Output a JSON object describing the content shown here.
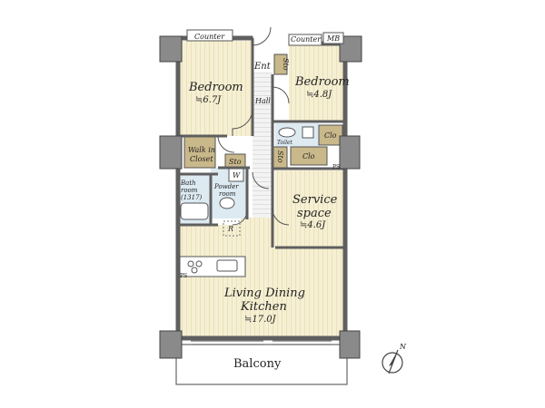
{
  "labels": {
    "counter_left": "Counter",
    "counter_right": "Counter",
    "mb": "MB",
    "entrance": "Ent",
    "storage_ent": "Sto",
    "hall": "Hall",
    "bedroom_left": "Bedroom",
    "bedroom_left_area": "≒6.7J",
    "bedroom_right": "Bedroom",
    "bedroom_right_area": "≒4.8J",
    "toilet": "Toilet",
    "closet_right": "Clo",
    "closet_lower": "Clo",
    "storage_hall": "Sto",
    "wic_line1": "Walk in",
    "wic_line2": "Closet",
    "storage_powder": "Sto",
    "washer": "W",
    "powder_line1": "Powder",
    "powder_line2": "room",
    "bath_line1": "Bath",
    "bath_line2": "room",
    "bath_line3": "(1317)",
    "refrigerator": "R",
    "service_line1": "Service",
    "service_line2": "space",
    "service_area": "≒4.6J",
    "ldk_line1": "Living Dining",
    "ldk_line2": "Kitchen",
    "ldk_area": "≒17.0J",
    "balcony": "Balcony",
    "north": "N",
    "ps_left": "PS",
    "ps_right": "PS"
  },
  "colors": {
    "floor": "#f5efd4",
    "floor_stripe": "#eee4bd",
    "wet_area": "#ddeaf2",
    "wall": "#5f5f5f",
    "column": "#8a8a8a",
    "closet": "#c9b88a",
    "line": "#444444"
  }
}
